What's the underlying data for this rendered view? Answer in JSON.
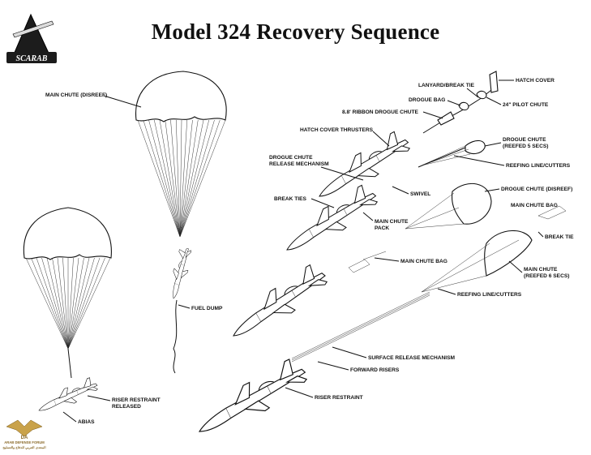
{
  "title": "Model 324 Recovery Sequence",
  "logo": {
    "text": "SCARAB",
    "icon": "scarab-logo"
  },
  "watermark": {
    "line1": "DA",
    "line2": "ARAB DEFENSE FORUM",
    "line3": "المنتدى العربي للدفاع والتسليح"
  },
  "labels": {
    "main_chute_disreef_top": "MAIN CHUTE (DISREEF)",
    "hatch_cover": "HATCH COVER",
    "lanyard_break_tie": "LANYARD/BREAK TIE",
    "drogue_bag": "DROGUE BAG",
    "pilot_chute": "24\" PILOT CHUTE",
    "ribbon_drogue": "8.8' RIBBON DROGUE CHUTE",
    "hatch_cover_thrusters": "HATCH COVER THRUSTERS",
    "drogue_reefed": "DROGUE CHUTE",
    "drogue_reefed_2": "(REEFED 5 SECS)",
    "drogue_release": "DROGUE CHUTE",
    "drogue_release_2": "RELEASE MECHANISM",
    "reefing_cutters_1": "REEFING LINE/CUTTERS",
    "swivel": "SWIVEL",
    "drogue_disreef": "DROGUE CHUTE (DISREEF)",
    "break_ties": "BREAK TIES",
    "main_chute_pack": "MAIN CHUTE",
    "main_chute_pack_2": "PACK",
    "main_chute_bag_right": "MAIN CHUTE BAG",
    "break_tie": "BREAK TIE",
    "main_chute_bag_mid": "MAIN CHUTE BAG",
    "main_chute_reefed": "MAIN CHUTE",
    "main_chute_reefed_2": "(REEFED 6 SECS)",
    "fuel_dump": "FUEL DUMP",
    "reefing_cutters_2": "REEFING LINE/CUTTERS",
    "surface_release": "SURFACE RELEASE MECHANISM",
    "forward_risers": "FORWARD RISERS",
    "riser_restraint": "RISER RESTRAINT",
    "riser_restraint_released": "RISER RESTRAINT",
    "riser_restraint_released_2": "RELEASED",
    "abias": "ABIAS"
  }
}
